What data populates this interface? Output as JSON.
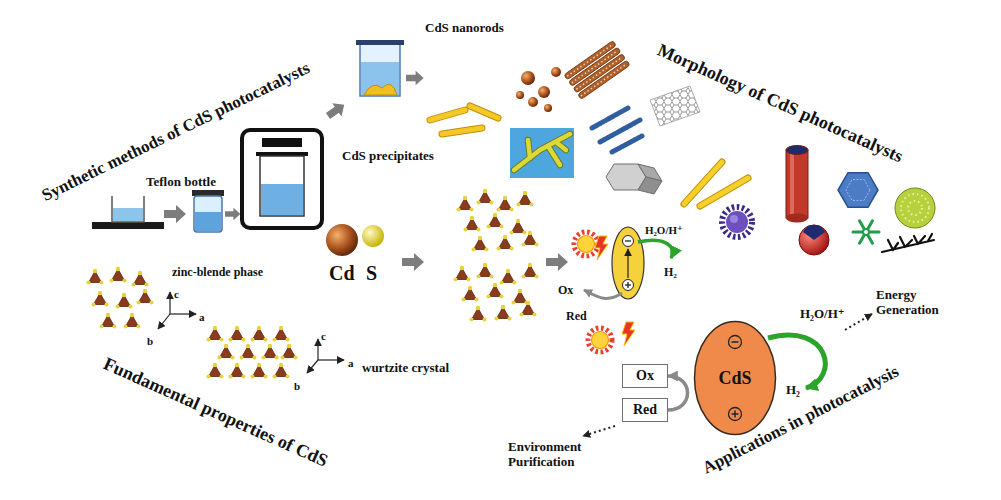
{
  "diagram": {
    "nodes": [
      {
        "text": [
          "Synthetic methods of CdS photocatalysts"
        ]
      },
      {
        "text": [
          "Morphology of CdS photocatalysts"
        ]
      },
      {
        "text": [
          "Fundamental properties of CdS"
        ]
      },
      {
        "text": [
          "Applications in photocatalysis"
        ]
      },
      {
        "text": [
          "Ox"
        ],
        "in": 3
      },
      {
        "text": [
          "Red"
        ],
        "in": 3
      },
      {
        "text": [
          "CdS"
        ],
        "in": 3
      }
    ],
    "edges": [
      {
        "from": 5,
        "to": 4,
        "arrow": "to"
      }
    ],
    "labels": [
      "CdS nanorods",
      "Teflon bottle",
      "CdS precipitates",
      "zinc-blende phase",
      "c",
      "a",
      "b",
      "wurtzite crystal",
      "c",
      "b",
      "a",
      "Cd",
      "S",
      "H₂O/H⁺",
      "H₂",
      "Ox",
      "Red",
      "H₂O/H⁺",
      "H₂",
      "Energy Generation",
      "Environment Purification"
    ]
  }
}
